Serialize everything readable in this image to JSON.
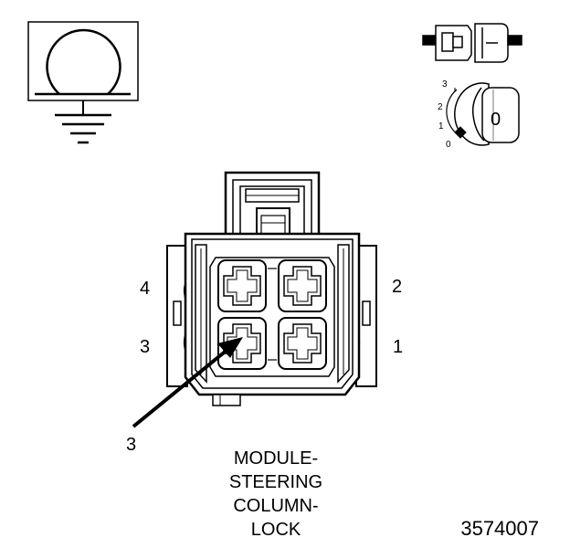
{
  "connector": {
    "pins": [
      {
        "number": "1"
      },
      {
        "number": "2"
      },
      {
        "number": "3"
      },
      {
        "number": "4"
      }
    ],
    "callout": "3"
  },
  "ignition_symbol": {
    "positions": [
      "3",
      "2",
      "1",
      "0"
    ],
    "key_label": "0"
  },
  "caption": {
    "lines": [
      "MODULE-",
      "STEERING",
      "COLUMN-",
      "LOCK"
    ]
  },
  "figure_id": "3574007"
}
